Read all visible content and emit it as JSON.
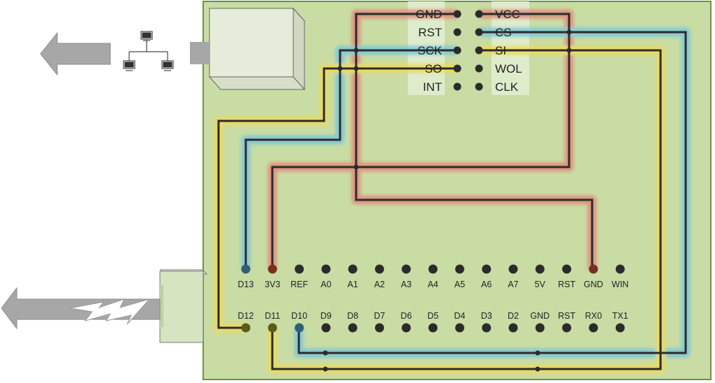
{
  "header": {
    "left_labels": [
      "GND",
      "RST",
      "SCK",
      "SO",
      "INT"
    ],
    "right_labels": [
      "VCC",
      "CS",
      "SI",
      "WOL",
      "CLK"
    ]
  },
  "pins": {
    "top_row": [
      "D13",
      "3V3",
      "REF",
      "A0",
      "A1",
      "A2",
      "A3",
      "A4",
      "A5",
      "A6",
      "A7",
      "5V",
      "RST",
      "GND",
      "WIN"
    ],
    "bottom_row": [
      "D12",
      "D11",
      "D10",
      "D9",
      "D8",
      "D7",
      "D6",
      "D5",
      "D4",
      "D3",
      "D2",
      "GND",
      "RST",
      "RX0",
      "TX1"
    ]
  },
  "colors": {
    "board": "#c8dca4",
    "board_border": "#6f8f46",
    "wire": "#2b2b2b",
    "glow_red": "#e08a7a",
    "glow_blue": "#7cc6d8",
    "glow_yellow": "#eeda5c",
    "arrow": "#a7a7a7",
    "connector": "#d6e4c0"
  },
  "icons": [
    "network-computers-icon",
    "lightning-bolt-icon"
  ]
}
